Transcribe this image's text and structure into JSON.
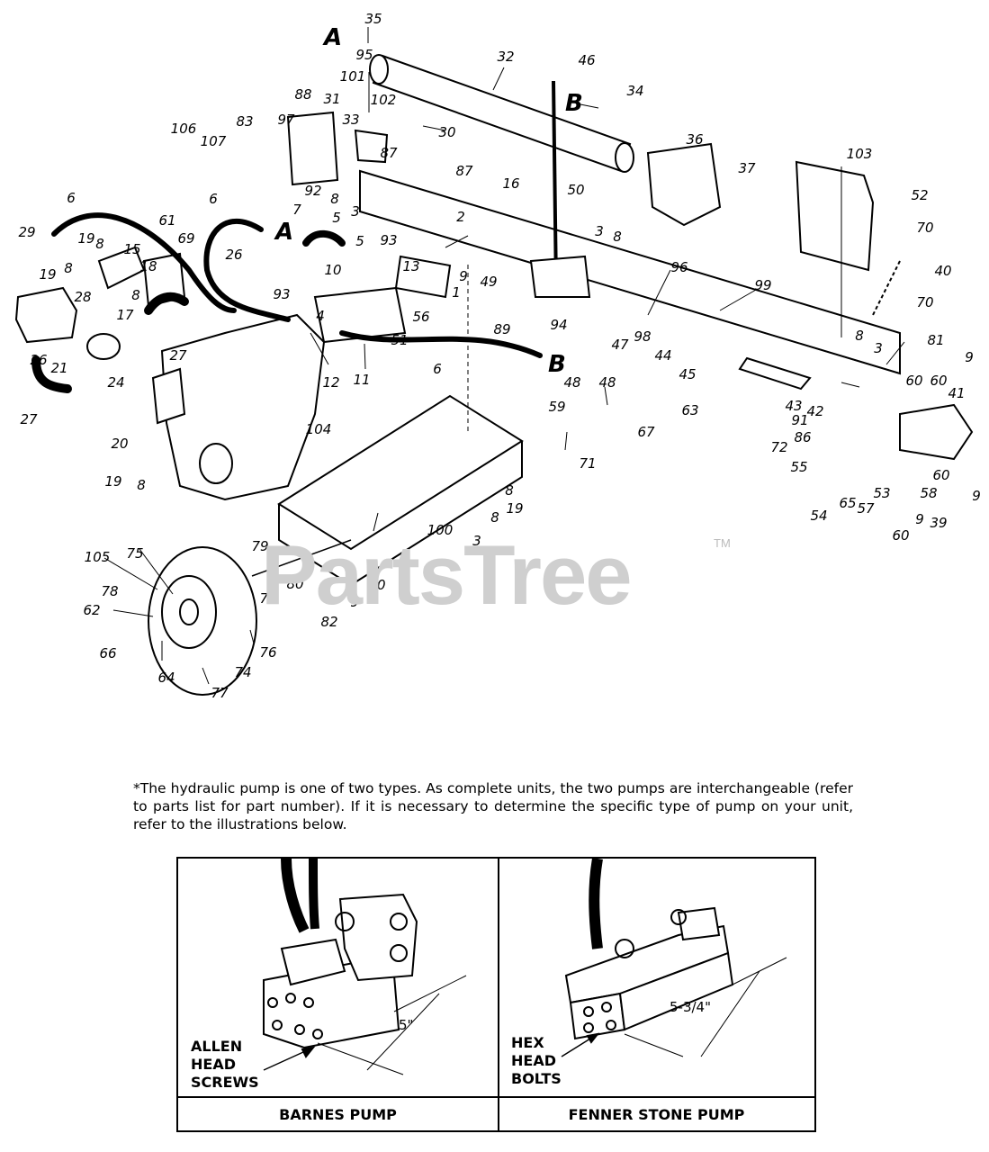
{
  "callouts": [
    {
      "id": "c35",
      "label": "35"
    },
    {
      "id": "c95",
      "label": "95"
    },
    {
      "id": "c101",
      "label": "101"
    },
    {
      "id": "c102",
      "label": "102"
    },
    {
      "id": "c32",
      "label": "32"
    },
    {
      "id": "c46",
      "label": "46"
    },
    {
      "id": "c34",
      "label": "34"
    },
    {
      "id": "c106",
      "label": "106"
    },
    {
      "id": "c107",
      "label": "107"
    },
    {
      "id": "c83",
      "label": "83"
    },
    {
      "id": "c88",
      "label": "88"
    },
    {
      "id": "c97",
      "label": "97"
    },
    {
      "id": "c31",
      "label": "31"
    },
    {
      "id": "c33",
      "label": "33"
    },
    {
      "id": "c30",
      "label": "30"
    },
    {
      "id": "c87a",
      "label": "87"
    },
    {
      "id": "c87b",
      "label": "87"
    },
    {
      "id": "c92",
      "label": "92"
    },
    {
      "id": "c36",
      "label": "36"
    },
    {
      "id": "c37",
      "label": "37"
    },
    {
      "id": "c103",
      "label": "103"
    },
    {
      "id": "c16",
      "label": "16"
    },
    {
      "id": "c50",
      "label": "50"
    },
    {
      "id": "c52",
      "label": "52"
    },
    {
      "id": "c70a",
      "label": "70"
    },
    {
      "id": "c6a",
      "label": "6"
    },
    {
      "id": "c6b",
      "label": "6"
    },
    {
      "id": "c7",
      "label": "7"
    },
    {
      "id": "c8a",
      "label": "8"
    },
    {
      "id": "c5a",
      "label": "5"
    },
    {
      "id": "c3a",
      "label": "3"
    },
    {
      "id": "c5b",
      "label": "5"
    },
    {
      "id": "c93a",
      "label": "93"
    },
    {
      "id": "c2",
      "label": "2"
    },
    {
      "id": "c3b",
      "label": "3"
    },
    {
      "id": "c8b",
      "label": "8"
    },
    {
      "id": "c96",
      "label": "96"
    },
    {
      "id": "c40",
      "label": "40"
    },
    {
      "id": "c29",
      "label": "29"
    },
    {
      "id": "c19a",
      "label": "19"
    },
    {
      "id": "c8c",
      "label": "8"
    },
    {
      "id": "c15",
      "label": "15"
    },
    {
      "id": "c61",
      "label": "61"
    },
    {
      "id": "c69",
      "label": "69"
    },
    {
      "id": "c26a",
      "label": "26"
    },
    {
      "id": "c10",
      "label": "10"
    },
    {
      "id": "c13",
      "label": "13"
    },
    {
      "id": "c9a",
      "label": "9"
    },
    {
      "id": "c49",
      "label": "49"
    },
    {
      "id": "c99",
      "label": "99"
    },
    {
      "id": "c70b",
      "label": "70"
    },
    {
      "id": "c19b",
      "label": "19"
    },
    {
      "id": "c8d",
      "label": "8"
    },
    {
      "id": "c28",
      "label": "28"
    },
    {
      "id": "c18",
      "label": "18"
    },
    {
      "id": "c8e",
      "label": "8"
    },
    {
      "id": "c17",
      "label": "17"
    },
    {
      "id": "c93b",
      "label": "93"
    },
    {
      "id": "c4",
      "label": "4"
    },
    {
      "id": "c1",
      "label": "1"
    },
    {
      "id": "c56",
      "label": "56"
    },
    {
      "id": "c89",
      "label": "89"
    },
    {
      "id": "c94",
      "label": "94"
    },
    {
      "id": "c98",
      "label": "98"
    },
    {
      "id": "c81",
      "label": "81"
    },
    {
      "id": "c21",
      "label": "21"
    },
    {
      "id": "c24",
      "label": "24"
    },
    {
      "id": "c27a",
      "label": "27"
    },
    {
      "id": "c26b",
      "label": "26"
    },
    {
      "id": "c51",
      "label": "51"
    },
    {
      "id": "c12",
      "label": "12"
    },
    {
      "id": "c6c",
      "label": "6"
    },
    {
      "id": "c48a",
      "label": "48"
    },
    {
      "id": "c47",
      "label": "47"
    },
    {
      "id": "c48b",
      "label": "48"
    },
    {
      "id": "c44",
      "label": "44"
    },
    {
      "id": "c45",
      "label": "45"
    },
    {
      "id": "c8f",
      "label": "8"
    },
    {
      "id": "c3c",
      "label": "3"
    },
    {
      "id": "c9b",
      "label": "9"
    },
    {
      "id": "c60a",
      "label": "60"
    },
    {
      "id": "c60b",
      "label": "60"
    },
    {
      "id": "c43",
      "label": "43"
    },
    {
      "id": "c42",
      "label": "42"
    },
    {
      "id": "c41",
      "label": "41"
    },
    {
      "id": "c27b",
      "label": "27"
    },
    {
      "id": "c11",
      "label": "11"
    },
    {
      "id": "c59",
      "label": "59"
    },
    {
      "id": "c63",
      "label": "63"
    },
    {
      "id": "c91",
      "label": "91"
    },
    {
      "id": "c86",
      "label": "86"
    },
    {
      "id": "c20",
      "label": "20"
    },
    {
      "id": "c104",
      "label": "104"
    },
    {
      "id": "c67",
      "label": "67"
    },
    {
      "id": "c72",
      "label": "72"
    },
    {
      "id": "c19c",
      "label": "19"
    },
    {
      "id": "c8g",
      "label": "8"
    },
    {
      "id": "c71",
      "label": "71"
    },
    {
      "id": "c55",
      "label": "55"
    },
    {
      "id": "c60c",
      "label": "60"
    },
    {
      "id": "c9c",
      "label": "9"
    },
    {
      "id": "c58",
      "label": "58"
    },
    {
      "id": "c8h",
      "label": "8"
    },
    {
      "id": "c19d",
      "label": "19"
    },
    {
      "id": "c8i",
      "label": "8"
    },
    {
      "id": "c53",
      "label": "53"
    },
    {
      "id": "c65",
      "label": "65"
    },
    {
      "id": "c57",
      "label": "57"
    },
    {
      "id": "c9d",
      "label": "9"
    },
    {
      "id": "c39",
      "label": "39"
    },
    {
      "id": "c54",
      "label": "54"
    },
    {
      "id": "c60d",
      "label": "60"
    },
    {
      "id": "c3d",
      "label": "3"
    },
    {
      "id": "c100",
      "label": "100"
    },
    {
      "id": "c105",
      "label": "105"
    },
    {
      "id": "c75",
      "label": "75"
    },
    {
      "id": "c79",
      "label": "79"
    },
    {
      "id": "c80",
      "label": "80"
    },
    {
      "id": "c60e",
      "label": "60"
    },
    {
      "id": "c73",
      "label": "73"
    },
    {
      "id": "c9e",
      "label": "9"
    },
    {
      "id": "c78",
      "label": "78"
    },
    {
      "id": "c62",
      "label": "62"
    },
    {
      "id": "c82",
      "label": "82"
    },
    {
      "id": "c66",
      "label": "66"
    },
    {
      "id": "c76",
      "label": "76"
    },
    {
      "id": "c74",
      "label": "74"
    },
    {
      "id": "c64",
      "label": "64"
    },
    {
      "id": "c77",
      "label": "77"
    }
  ],
  "connection_letters": [
    {
      "id": "A1",
      "label": "A"
    },
    {
      "id": "A2",
      "label": "A"
    },
    {
      "id": "B1",
      "label": "B"
    },
    {
      "id": "B2",
      "label": "B"
    }
  ],
  "watermark": {
    "text": "PartsTree",
    "trademark": "TM"
  },
  "note_text": "*The hydraulic pump is one of two types. As complete units, the two pumps are interchangeable (refer to parts list for part number). If it is necessary to determine the specific type of pump on your unit, refer to the illustrations below.",
  "pumps": {
    "left": {
      "caption": "BARNES PUMP",
      "label_lines": [
        "ALLEN",
        "HEAD",
        "SCREWS"
      ],
      "dimension": "5\""
    },
    "right": {
      "caption": "FENNER STONE PUMP",
      "label_lines": [
        "HEX",
        "HEAD",
        "BOLTS"
      ],
      "dimension": "5-3/4\""
    }
  }
}
